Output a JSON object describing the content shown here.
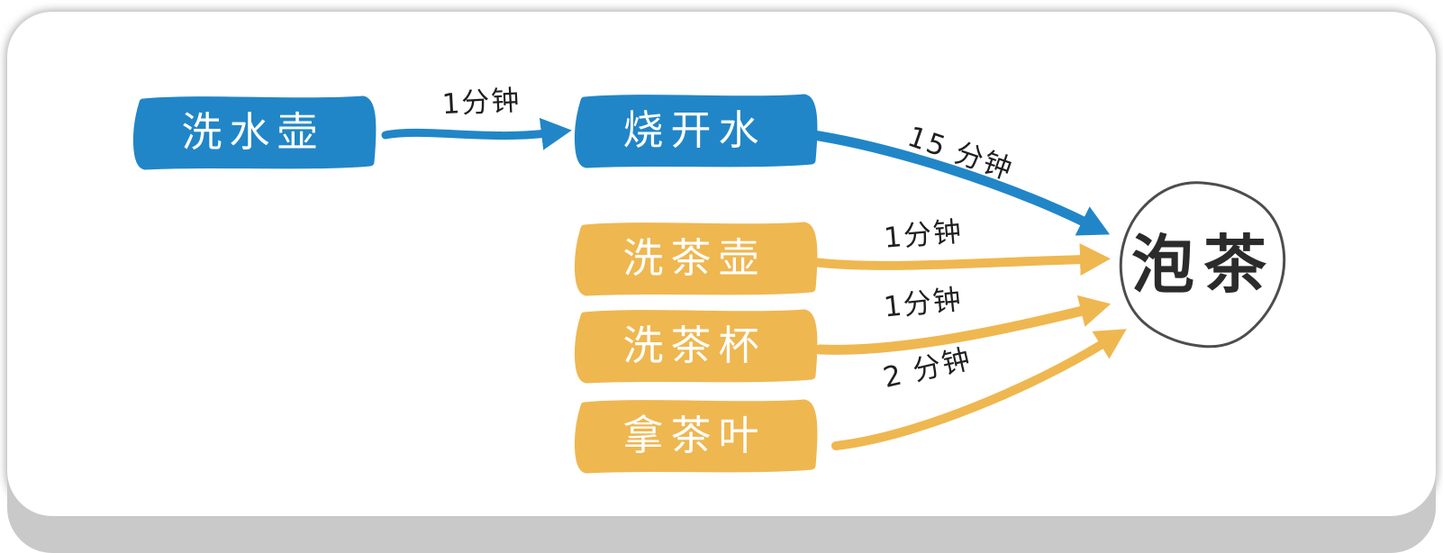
{
  "diagram": {
    "description": "hand-drawn flow diagram of tea-making steps",
    "nodes": [
      {
        "id": "wash-kettle",
        "label": "洗水壶",
        "color": "#2186c7"
      },
      {
        "id": "boil-water",
        "label": "烧开水",
        "color": "#2186c7"
      },
      {
        "id": "wash-teapot",
        "label": "洗茶壶",
        "color": "#efb750"
      },
      {
        "id": "wash-teacup",
        "label": "洗茶杯",
        "color": "#efb750"
      },
      {
        "id": "get-tea-leaves",
        "label": "拿茶叶",
        "color": "#efb750"
      },
      {
        "id": "brew-tea",
        "label": "泡茶",
        "color": "#ffffff"
      }
    ],
    "edges": [
      {
        "from": "wash-kettle",
        "to": "boil-water",
        "label": "1分钟",
        "color": "#2186c7"
      },
      {
        "from": "boil-water",
        "to": "brew-tea",
        "label": "15 分钟",
        "color": "#2186c7"
      },
      {
        "from": "wash-teapot",
        "to": "brew-tea",
        "label": "1分钟",
        "color": "#efb750"
      },
      {
        "from": "wash-teacup",
        "to": "brew-tea",
        "label": "1分钟",
        "color": "#efb750"
      },
      {
        "from": "get-tea-leaves",
        "to": "brew-tea",
        "label": "2 分钟",
        "color": "#efb750"
      }
    ],
    "colors": {
      "primary_blue": "#2186c7",
      "accent_yellow": "#efb750",
      "node_text": "#ffffff",
      "edge_label_text": "#1f1f1f",
      "goal_outline": "#4d4d4d",
      "frame_shadow": "#c9c9c9"
    }
  }
}
